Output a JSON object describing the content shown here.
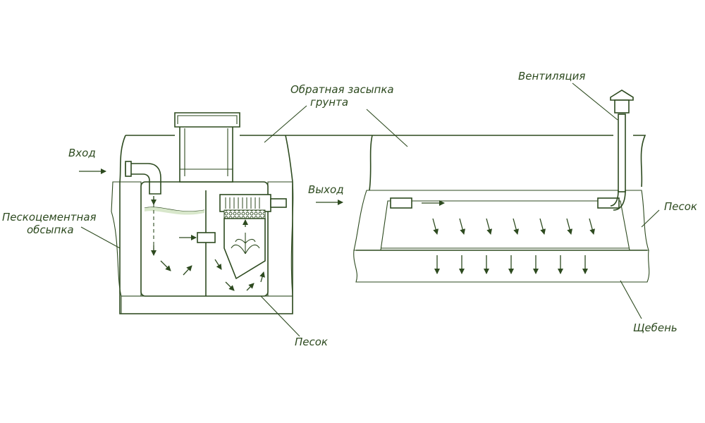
{
  "labels": {
    "inlet": "Вход",
    "outlet": "Выход",
    "backfill_line1": "Обратная засыпка",
    "backfill_line2": "грунта",
    "ventilation": "Вентиляция",
    "sand_cement_line1": "Пескоцементная",
    "sand_cement_line2": "обсыпка",
    "sand_bottom": "Песок",
    "sand_right": "Песок",
    "gravel": "Щебень"
  },
  "colors": {
    "ink": "#2d4a1f",
    "hatch": "#cfe0c0",
    "sand": "#e3efd8",
    "background": "#ffffff"
  }
}
